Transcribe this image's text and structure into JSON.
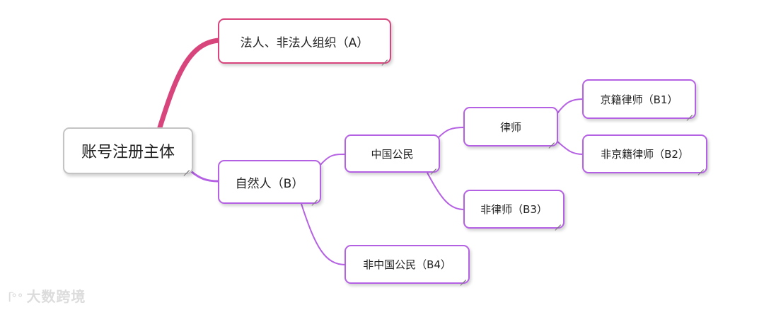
{
  "root": {
    "label": "账号注册主体"
  },
  "branch_a": {
    "label": "法人、非法人组织（A）"
  },
  "branch_b": {
    "label": "自然人（B）",
    "chinese_citizen": {
      "label": "中国公民",
      "lawyer": {
        "label": "律师",
        "beijing": "京籍律师（B1）",
        "non_beijing": "非京籍律师（B2）"
      },
      "non_lawyer": "非律师（B3）"
    },
    "non_chinese_citizen": "非中国公民（B4）"
  },
  "watermark": {
    "logo": "ᥬ°°",
    "text": "大数跨境"
  },
  "colors": {
    "branch_a": "#d7457c",
    "branch_b": "#b561e3",
    "root_border": "#c4c4c4"
  }
}
